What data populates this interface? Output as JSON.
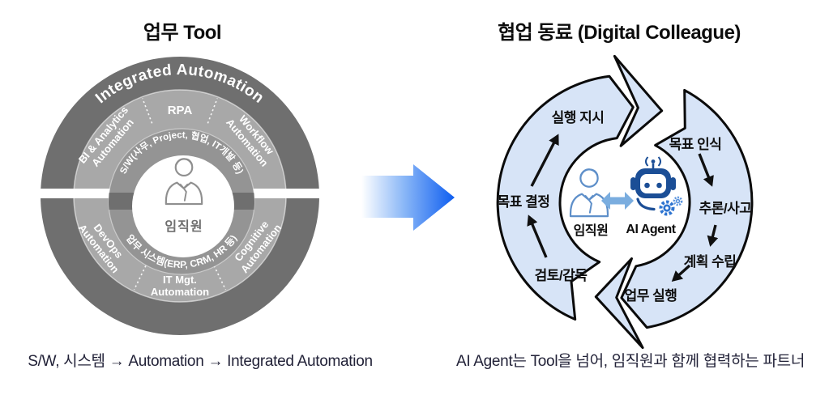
{
  "left": {
    "title": "업무 Tool",
    "caption": "S/W, 시스템 → Automation → Integrated Automation",
    "outer_ring": "Integrated Automation",
    "segments": {
      "rpa": "RPA",
      "bi1": "BI & Analytics",
      "bi2": "Automation",
      "wf1": "Workflow",
      "wf2": "Automation",
      "dev1": "DevOps",
      "dev2": "Automation",
      "it1": "IT Mgt.",
      "it2": "Automation",
      "cog1": "Cognitive",
      "cog2": "Automation"
    },
    "inner_top": "S/W(사무, Project, 협업, IT개발 등)",
    "inner_bottom": "업무 시스템(ERP, CRM, HR 등)",
    "center": "임직원"
  },
  "right": {
    "title": "협업 동료 (Digital Colleague)",
    "caption": "AI Agent는 Tool을 넘어, 임직원과 함께 협력하는 파트너",
    "steps": {
      "execute": "실행 지시",
      "recognize": "목표 인식",
      "reason": "추론/사고",
      "plan": "계획 수립",
      "run": "업무 실행",
      "review": "검토/감독",
      "decide": "목표 결정"
    },
    "center": {
      "employee": "임직원",
      "agent": "AI Agent"
    }
  },
  "colors": {
    "outer_ring_gray": "#6f6f6f",
    "middle_ring_gray": "#a8a8a8",
    "inner_ring_gray": "#949494",
    "cycle_fill_blue": "#d7e4f7",
    "transition_arrow_blue": "#0e5ef0",
    "robot_navy": "#1b4e96",
    "gear_blue": "#2e74d0",
    "person_gray": "#8f8f8f",
    "person_blue": "#5e8fc9",
    "swap_arrow_blue": "#7aaddf"
  }
}
